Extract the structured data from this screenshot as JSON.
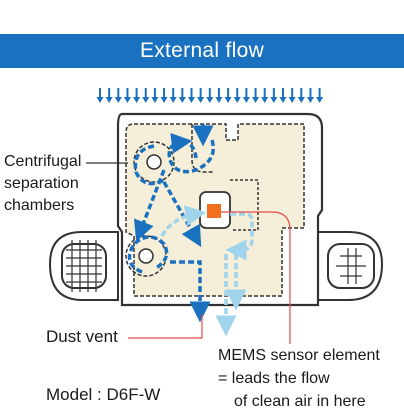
{
  "header": {
    "title": "External flow"
  },
  "labels": {
    "separation_chambers": [
      "Centrifugal",
      "separation",
      "chambers"
    ],
    "dust_vent": "Dust vent",
    "mems": [
      "MEMS sensor element",
      "= leads the flow",
      "of clean air in here"
    ],
    "model": "Model : D6F-W"
  },
  "colors": {
    "banner": "#1a71bf",
    "flow_dark": "#1a71bf",
    "flow_light": "#9fd4ec",
    "sensor": "#f07020",
    "leader_line": "#e84a4a",
    "body_fill": "#f5efd9",
    "outline": "#333333"
  }
}
